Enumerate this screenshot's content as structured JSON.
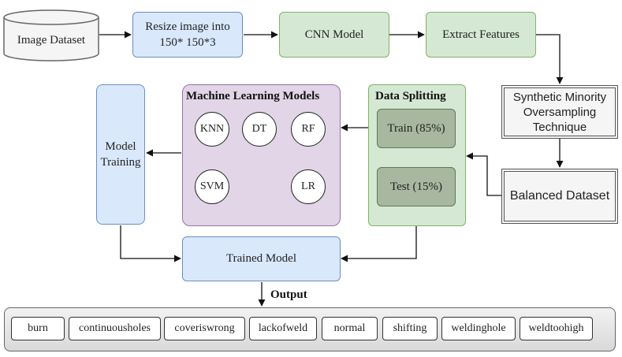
{
  "nodes": {
    "image_dataset": "Image Dataset",
    "resize_line1": "Resize image into",
    "resize_line2": "150* 150*3",
    "cnn_model": "CNN Model",
    "extract_features": "Extract Features",
    "smote_line1": "Synthetic Minority",
    "smote_line2": "Oversampling",
    "smote_line3": "Technique",
    "balanced_dataset": "Balanced Dataset",
    "data_splitting": "Data Splitting",
    "train": "Train (85%)",
    "test": "Test (15%)",
    "ml_models": "Machine Learning Models",
    "model_training_line1": "Model",
    "model_training_line2": "Training",
    "trained_model": "Trained Model",
    "output": "Output"
  },
  "models": [
    "KNN",
    "DT",
    "RF",
    "SVM",
    "LR"
  ],
  "output_classes": [
    "burn",
    "continuousholes",
    "coveriswrong",
    "lackofweld",
    "normal",
    "shifting",
    "weldinghole",
    "weldtoohigh"
  ],
  "colors": {
    "blue_fill": "#dae8fc",
    "blue_stroke": "#6c8ebf",
    "green_fill": "#d5e8d4",
    "green_stroke": "#82b366",
    "purple_fill": "#e1d5e7",
    "purple_stroke": "#9673a6",
    "split_box_fill": "#a8b8a0"
  }
}
